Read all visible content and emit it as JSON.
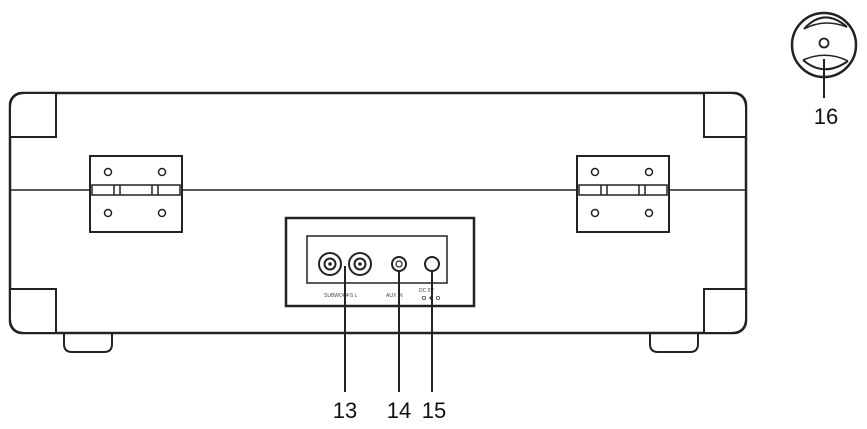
{
  "callouts": {
    "c13": "13",
    "c14": "14",
    "c15": "15",
    "c16": "16"
  },
  "panel": {
    "rca_label": "SUBWOOFS L",
    "jack_label": "AUX IN",
    "power_label": "DC 5V"
  }
}
